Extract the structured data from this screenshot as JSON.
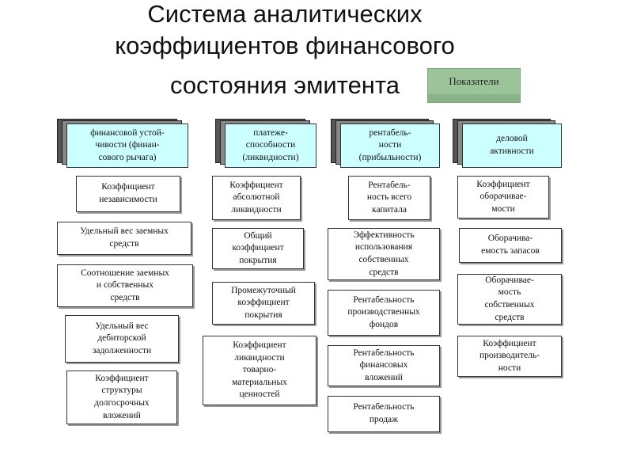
{
  "title": {
    "line1": "Система аналитических",
    "line2": "коэффициентов финансового",
    "line3": "состояния эмитента"
  },
  "badge": "Показатели",
  "columns": [
    {
      "header": "финансовой устой-\nчивости (финан-\nсового рычага)",
      "items": [
        "Коэффициент\nнезависимости",
        "Удельный вес заемных\nсредств",
        "Соотношение заемных\nи собственных\nсредств",
        "Удельный вес\nдебиторской\nзадолженности",
        "Коэффициент\nструктуры\nдолгосрочных\nвложений"
      ]
    },
    {
      "header": "платеже-\nспособности\n(ликвидности)",
      "items": [
        "Коэффициент\nабсолютной\nликвидности",
        "Общий\nкоэффициент\nпокрытия",
        "Промежуточный\nкоэффициент\nпокрытия",
        "Коэффициент\nликвидности\nтоварно-\nматериальных\nценностей"
      ]
    },
    {
      "header": "рентабель-\nности\n(прибыльности)",
      "items": [
        "Рентабель-\nность всего\nкапитала",
        "Эффективность\nиспользования\nсобственных\nсредств",
        "Рентабельность\nпроизводственных\nфондов",
        "Рентабельность\nфинансовых\nвложений",
        "Рентабельность\nпродаж"
      ]
    },
    {
      "header": "деловой\nактивности",
      "items": [
        "Коэффициент\nоборачивае-\nмости",
        "Оборачива-\nемость запасов",
        "Оборачивае-\nмость\nсобственных\nсредств",
        "Коэффициент\nпроизводитель-\nности"
      ]
    }
  ]
}
